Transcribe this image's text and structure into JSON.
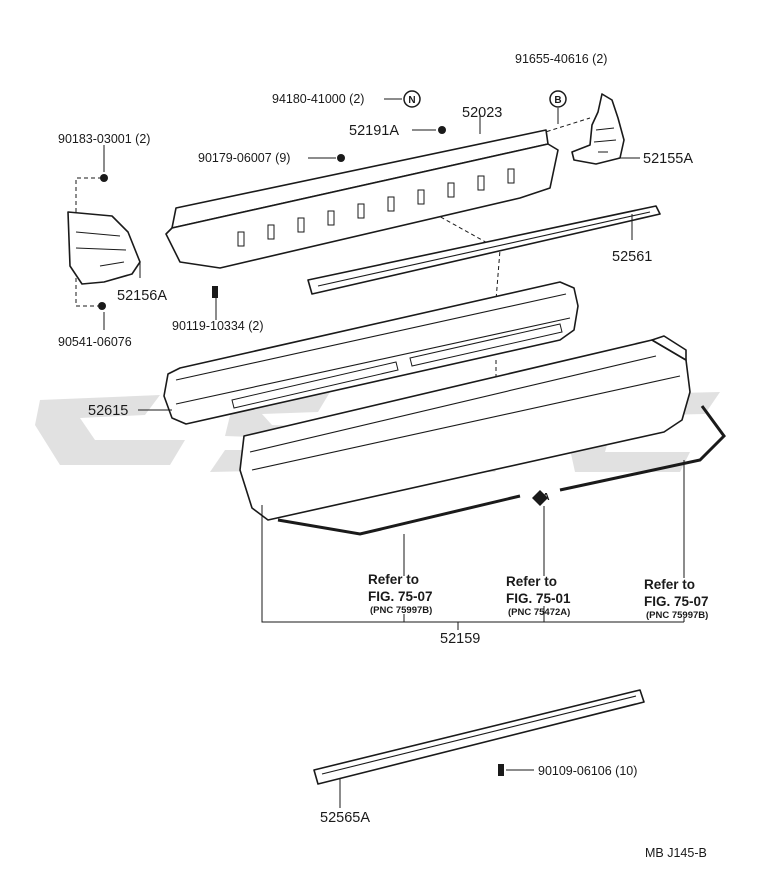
{
  "watermark": {
    "text": "CSOC",
    "color": "#c9c9c9"
  },
  "parts": {
    "p94180": "94180-41000 (2)",
    "p52023": "52023",
    "p91655": "91655-40616 (2)",
    "p52191A": "52191A",
    "p90183": "90183-03001 (2)",
    "p90179": "90179-06007 (9)",
    "p52155A": "52155A",
    "p52561": "52561",
    "p52156A": "52156A",
    "p90119": "90119-10334 (2)",
    "p90541": "90541-06076",
    "p52615": "52615",
    "p52159": "52159",
    "p90109": "90109-06106 (10)",
    "p52565A": "52565A"
  },
  "markers": {
    "N": "N",
    "B": "B",
    "A": "A"
  },
  "refs": [
    {
      "line1": "Refer to",
      "line2": "FIG. 75-07",
      "pnc": "(PNC 75997B)"
    },
    {
      "line1": "Refer to",
      "line2": "FIG. 75-01",
      "pnc": "(PNC 75472A)"
    },
    {
      "line1": "Refer to",
      "line2": "FIG. 75-07",
      "pnc": "(PNC 75997B)"
    }
  ],
  "footer": {
    "code": "MB  J145-B"
  }
}
